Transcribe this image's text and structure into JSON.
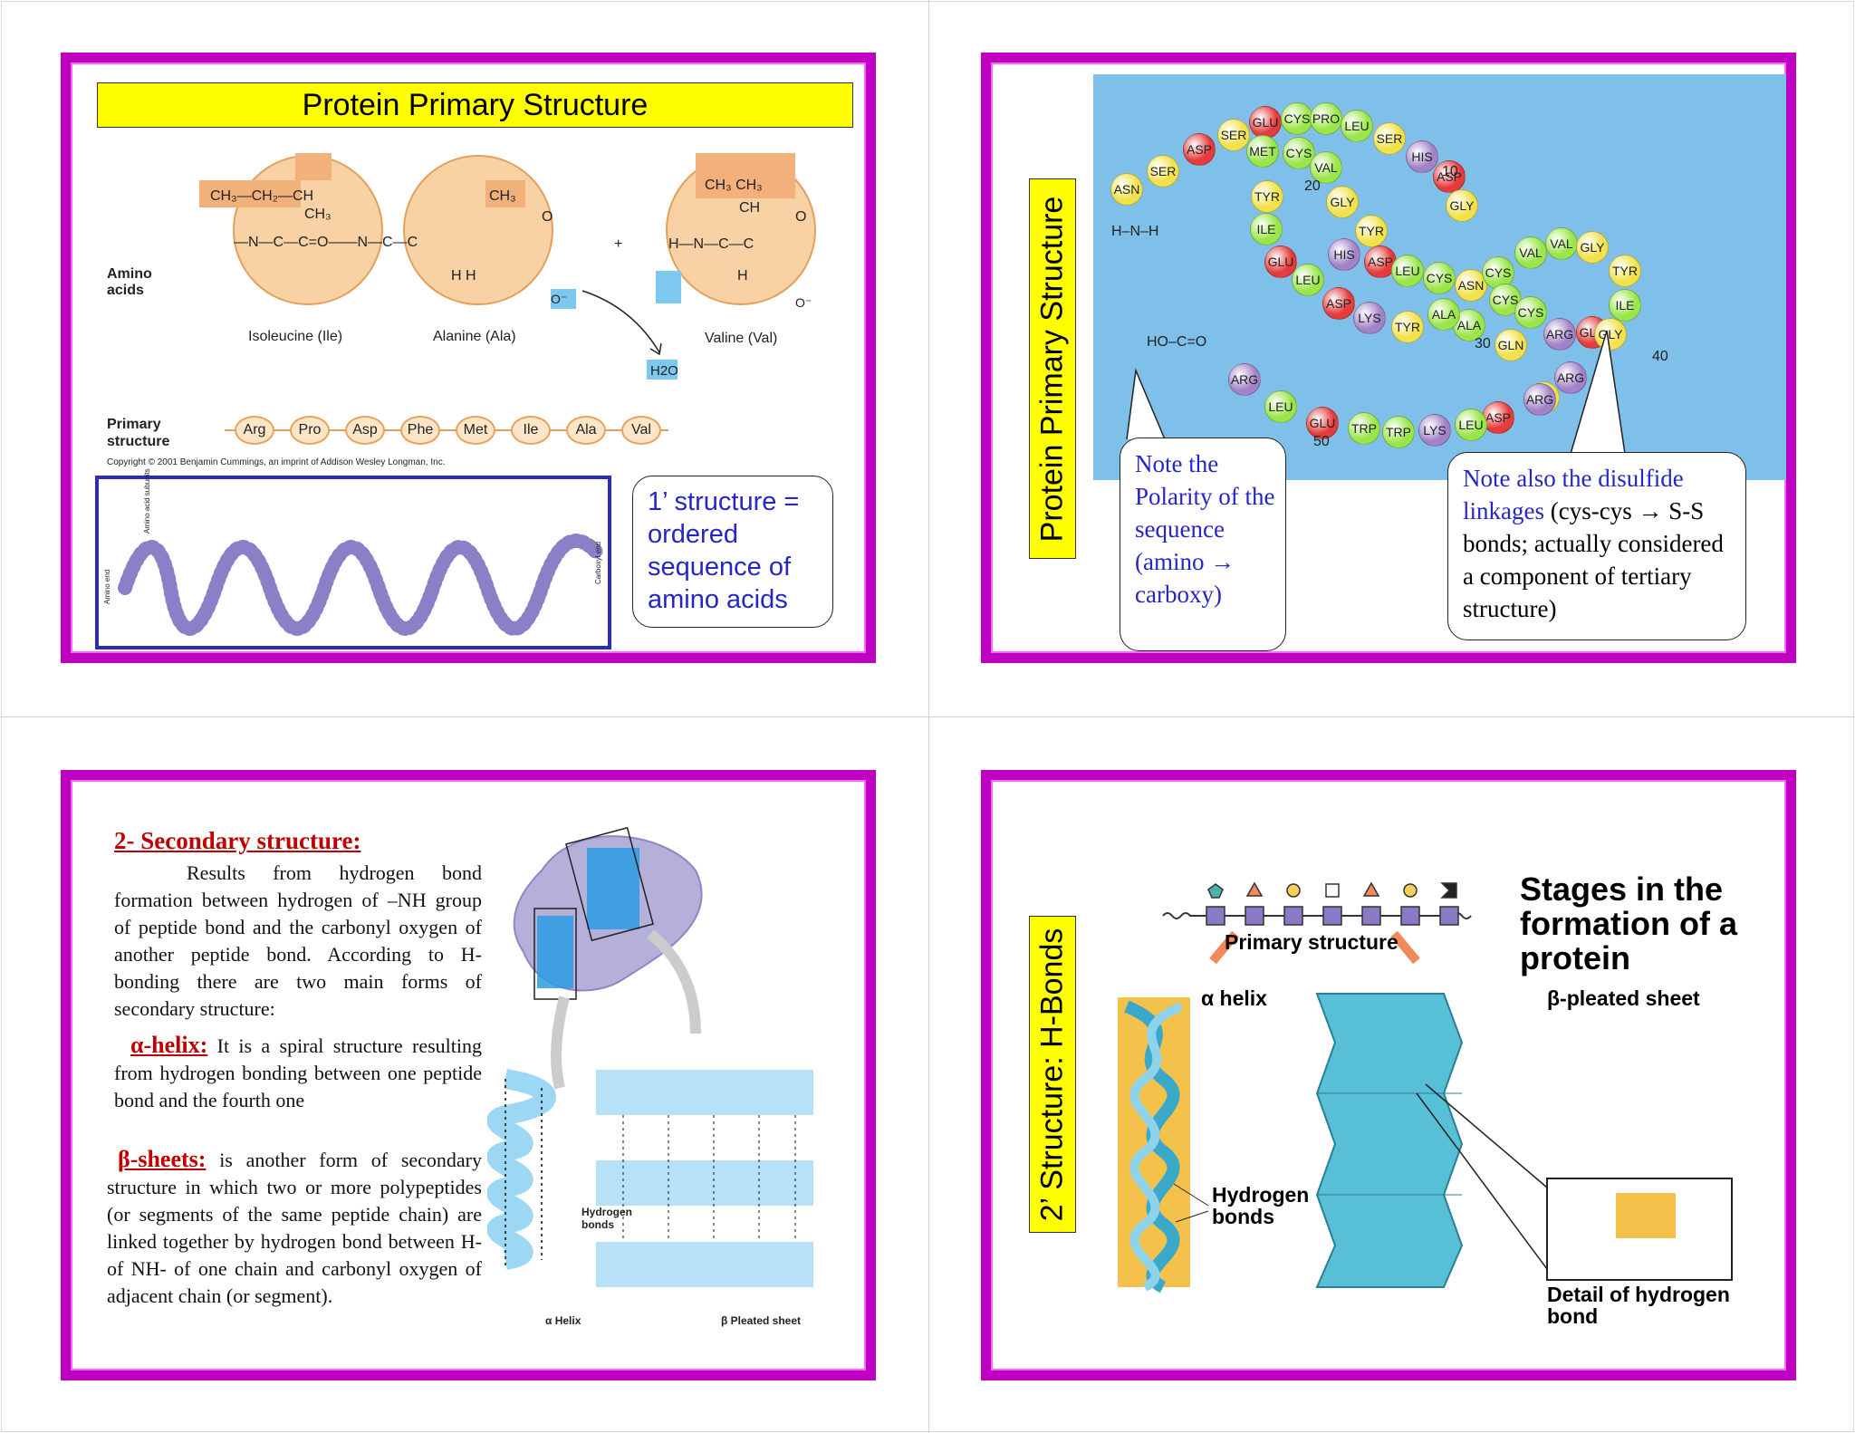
{
  "slide1": {
    "title": "Protein Primary Structure",
    "amino_acids_label": "Amino acids",
    "residue_names": [
      "Isoleucine (Ile)",
      "Alanine (Ala)",
      "Valine (Val)"
    ],
    "water": "H2O",
    "primary_structure_label": "Primary structure",
    "chain": [
      "Arg",
      "Pro",
      "Asp",
      "Phe",
      "Met",
      "Ile",
      "Ala",
      "Val"
    ],
    "copyright": "Copyright © 2001 Benjamin Cummings, an imprint of Addison Wesley Longman, Inc.",
    "callout": "1’ structure = ordered sequence of amino acids",
    "ribbon_labels": {
      "amino_end": "Amino end",
      "carboxyl_end": "Carboxyl end",
      "subunits": "Amino acid subunits"
    }
  },
  "slide2": {
    "vertical_title": "Protein Primary Structure",
    "callout_left": "Note the Polarity of the sequence (amino → carboxy)",
    "callout_right_blue": "Note also the disulfide linkages",
    "callout_right_black": "(cys-cys → S-S bonds; actually considered a component of tertiary structure)",
    "residue_numbers": [
      "10",
      "20",
      "30",
      "40",
      "50"
    ],
    "terminal_amine": "H–N–H",
    "terminal_carboxyl": "HO–C=O",
    "residues": [
      "ASN",
      "SER",
      "ASP",
      "SER",
      "GLU",
      "CYS",
      "PRO",
      "LEU",
      "SER",
      "HIS",
      "ASP",
      "GLY",
      "MET",
      "CYS",
      "VAL",
      "TYR",
      "GLY",
      "ILE",
      "TYR",
      "ASP",
      "GLU",
      "HIS",
      "LEU",
      "CYS",
      "ASN",
      "CYS",
      "VAL",
      "VAL",
      "GLY",
      "TYR",
      "ALA",
      "CYS",
      "CYS",
      "ARG",
      "GLU",
      "ILE",
      "LEU",
      "ASP",
      "LYS",
      "TYR",
      "ALA",
      "GLN",
      "GLY",
      "ARG",
      "TYR",
      "ARG",
      "ASP",
      "LEU",
      "LYS",
      "TRP",
      "TRP",
      "GLU",
      "LEU",
      "ARG"
    ]
  },
  "slide3": {
    "heading": "2- Secondary structure:",
    "intro": "Results from hydrogen bond formation between hydrogen of –NH group of peptide bond and the carbonyl oxygen of another peptide bond. According to H-bonding there are two main forms of secondary structure:",
    "alpha_label": "α-helix:",
    "alpha_text": "It is a spiral structure resulting from hydrogen bonding between one peptide bond and the fourth one",
    "beta_label": "β-sheets:",
    "beta_text": "is another form of secondary structure in which two or more polypeptides (or segments of the same peptide chain) are linked together by hydrogen bond between H- of NH- of one chain and carbonyl oxygen of adjacent chain (or segment).",
    "fig_labels": {
      "hbonds": "Hydrogen bonds",
      "helix": "α Helix",
      "sheet": "β Pleated sheet"
    }
  },
  "slide4": {
    "vertical_title": "2’ Structure: H-Bonds",
    "stages_title": "Stages in the formation of a protein",
    "primary_structure": "Primary structure",
    "alpha_helix": "α helix",
    "beta_sheet": "β-pleated sheet",
    "hydrogen_bonds": "Hydrogen bonds",
    "detail": "Detail of hydrogen bond"
  }
}
